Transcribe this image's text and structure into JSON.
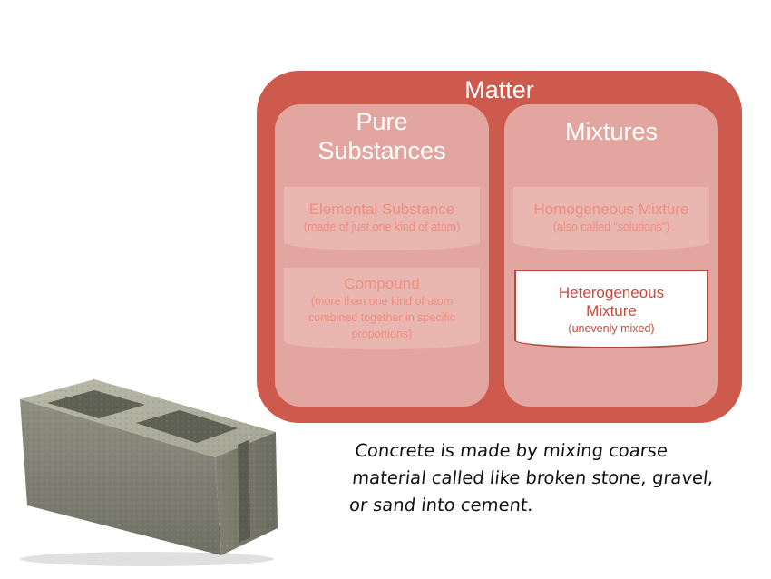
{
  "diagram": {
    "root": "Matter",
    "columns": [
      {
        "title": "Pure\nSubstances",
        "title_lines": [
          "Pure",
          "Substances"
        ],
        "items": [
          {
            "title": "Elemental Substance",
            "subtitle": "(made of just one kind of atom)"
          },
          {
            "title": "Compound",
            "subtitle_lines": [
              "(more than one kind of atom",
              "combined together in specific",
              "proportions)"
            ]
          }
        ]
      },
      {
        "title": "Mixtures",
        "items": [
          {
            "title": "Homogeneous Mixture",
            "subtitle": "(also called “solutions”)"
          },
          {
            "title_lines": [
              "Heterogeneous",
              "Mixture"
            ],
            "subtitle": "(unevenly mixed)",
            "highlighted": true
          }
        ]
      }
    ]
  },
  "caption_lines": [
    "Concrete is made by mixing coarse",
    "material called like broken stone, gravel,",
    "or sand into cement."
  ],
  "colors": {
    "matter_fill": "#cd5a4d",
    "column_fill": "#e3a59f",
    "card_fill": "#eab6b0",
    "faded_text": "#ee8d82",
    "highlight_text": "#c9493c"
  },
  "image": "concrete-block"
}
